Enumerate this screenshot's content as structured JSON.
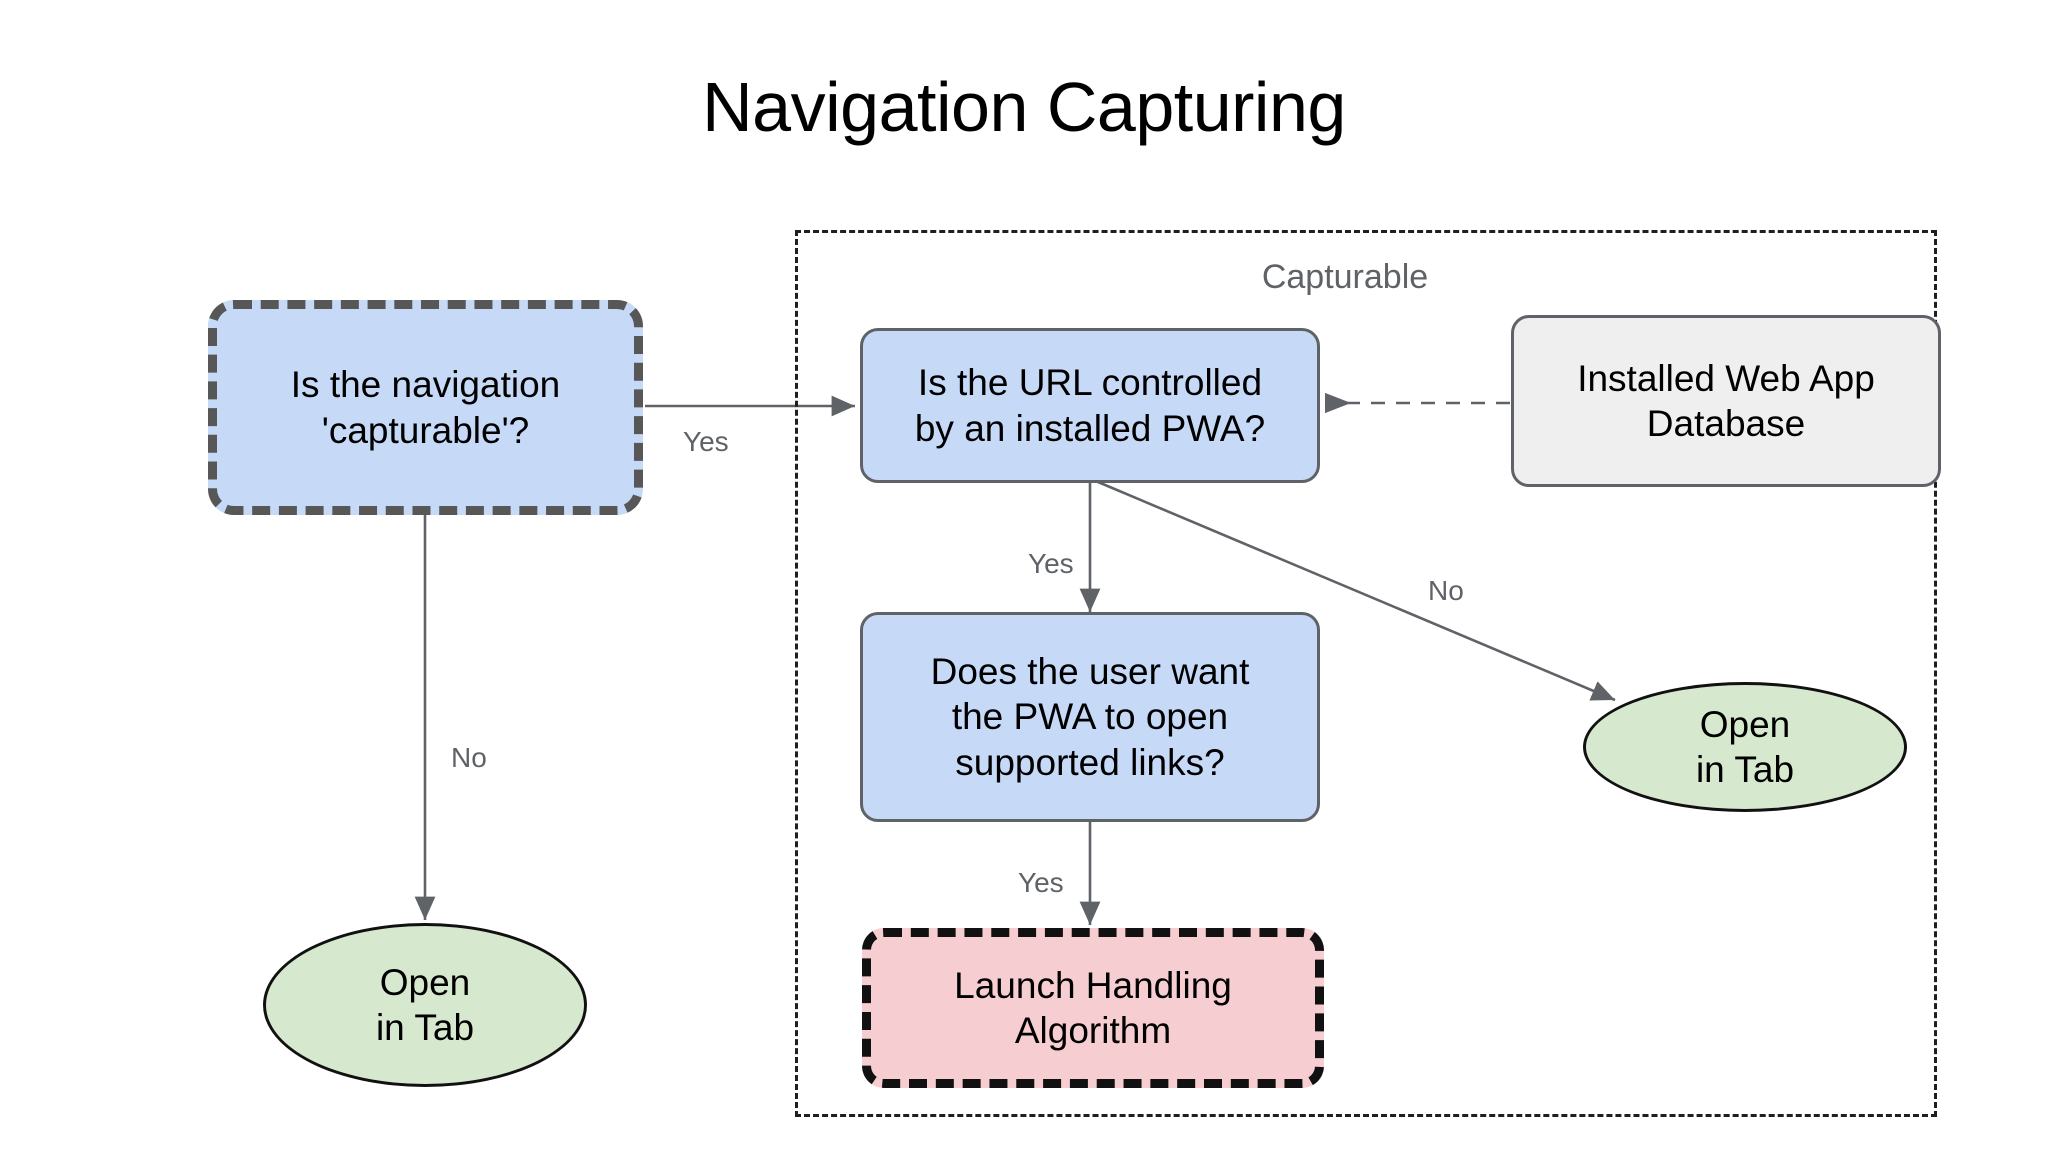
{
  "title": "Navigation Capturing",
  "group": {
    "label": "Capturable"
  },
  "nodes": {
    "is_capturable": "Is the navigation\n'capturable'?",
    "url_controlled": "Is the URL controlled\nby an installed PWA?",
    "installed_db": "Installed Web App\nDatabase",
    "user_want": "Does the user want\nthe PWA to open\nsupported links?",
    "launch_handling": "Launch Handling\nAlgorithm",
    "open_in_tab_left": "Open\nin Tab",
    "open_in_tab_right": "Open\nin Tab"
  },
  "edge_labels": {
    "capturable_yes": "Yes",
    "capturable_no": "No",
    "url_yes": "Yes",
    "url_no": "No",
    "user_yes": "Yes"
  },
  "colors": {
    "decision_fill": "#c6d9f7",
    "decision_stroke": "#5f6368",
    "highlight_stroke": "#575757",
    "database_fill": "#efefef",
    "terminal_fill": "#d6e8ce",
    "terminal_stroke": "#111111",
    "algorithm_fill": "#f6cdd0",
    "algorithm_stroke": "#111111",
    "edge_stroke": "#5f6368",
    "label_text": "#5f6368",
    "group_border": "#1f1f1f",
    "background": "#ffffff",
    "title_text": "#000000"
  }
}
